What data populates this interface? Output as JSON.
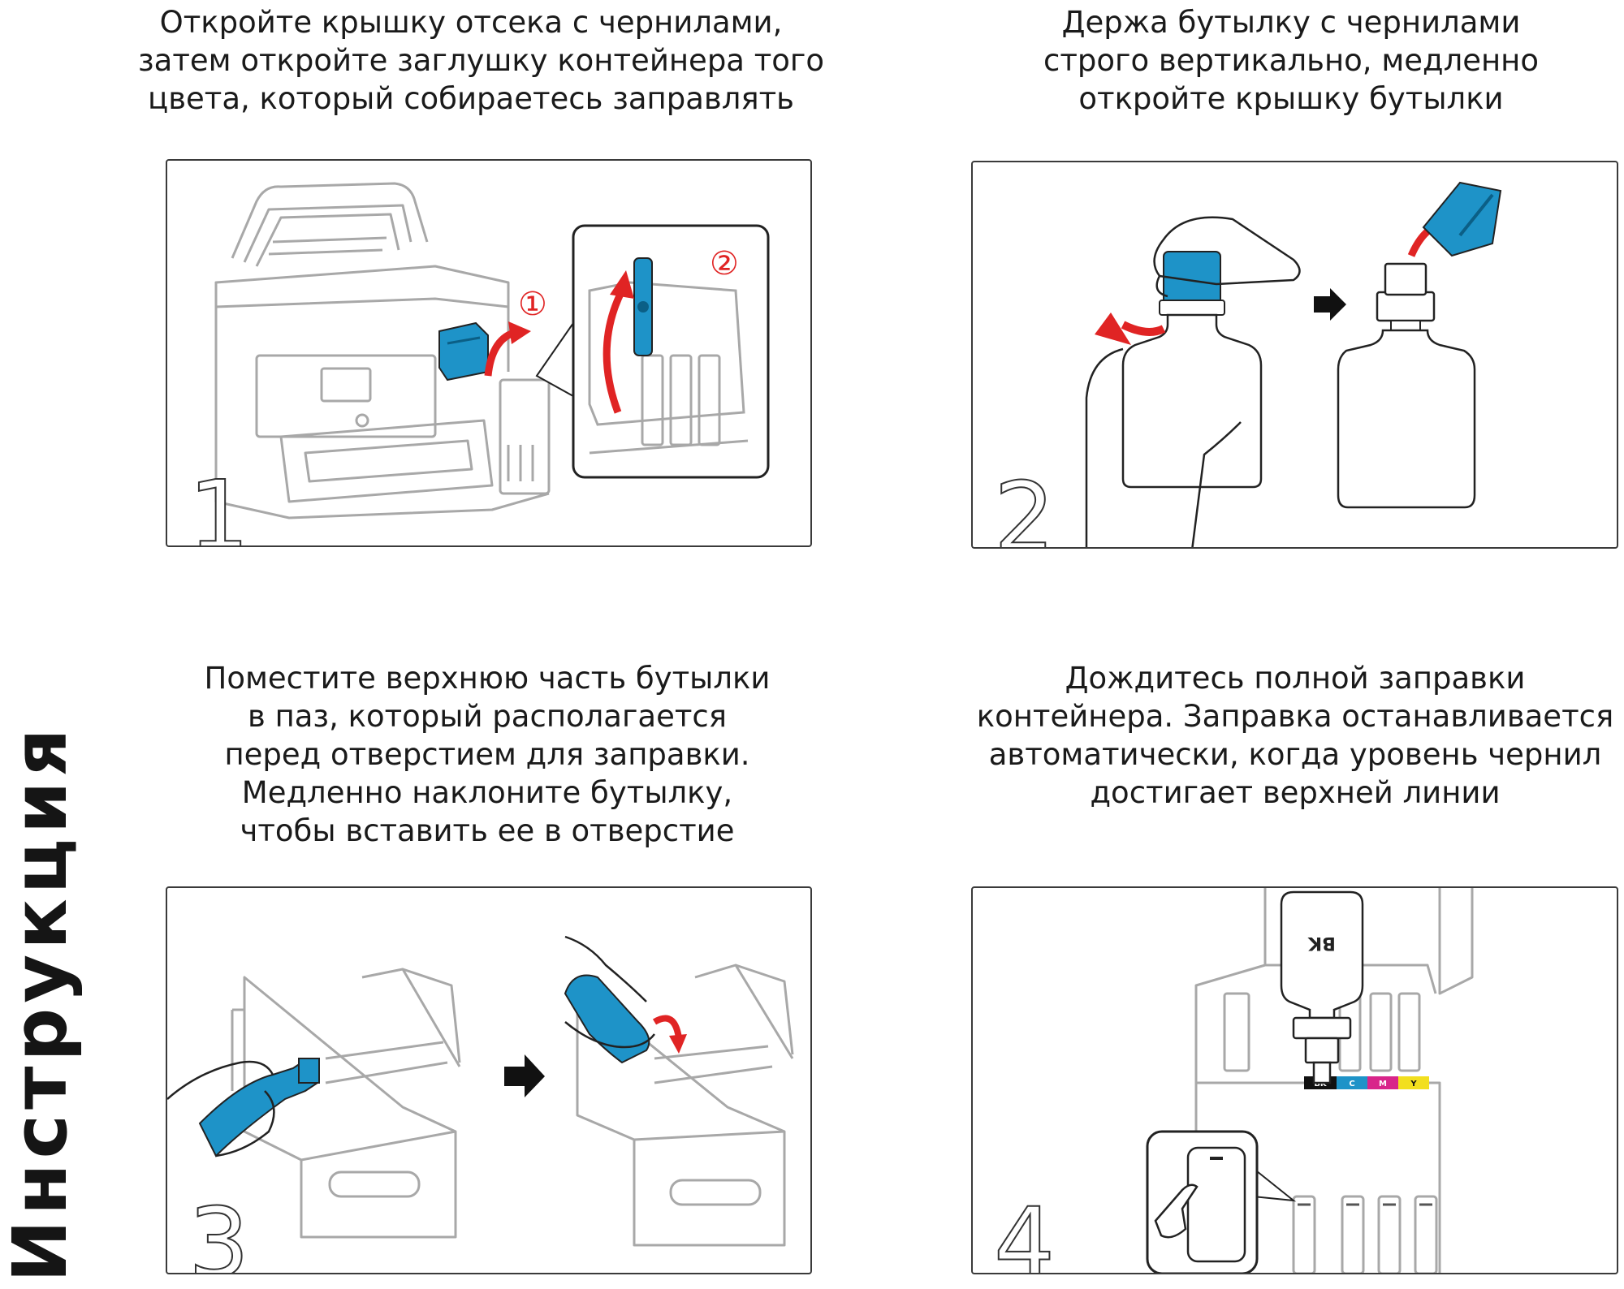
{
  "side_title": "Инструкция",
  "colors": {
    "ink_blue": "#1e93c8",
    "arrow_red": "#e02424",
    "line_gray": "#a8a8a8",
    "frame": "#3a3a3a"
  },
  "steps": [
    {
      "number": "1",
      "lines": [
        "Откройте крышку отсека с чернилами,",
        "затем откройте заглушку контейнера того",
        "цвета, который собираетесь заправлять"
      ],
      "markers": [
        "①",
        "②"
      ]
    },
    {
      "number": "2",
      "lines": [
        "Держа бутылку с чернилами",
        "строго вертикально, медленно",
        "откройте крышку бутылки"
      ]
    },
    {
      "number": "3",
      "lines": [
        "Поместите верхнюю часть бутылки",
        "в паз, который располагается",
        "перед отверстием для заправки.",
        "Медленно наклоните бутылку,",
        "чтобы вставить ее в отверстие"
      ]
    },
    {
      "number": "4",
      "lines": [
        "Дождитесь полной заправки",
        "контейнера. Заправка останавливается",
        "автоматически, когда уровень чернил",
        "достигает верхней линии"
      ],
      "bottle_label": "BK",
      "tank_labels": [
        "BK",
        "C",
        "M",
        "Y"
      ]
    }
  ]
}
